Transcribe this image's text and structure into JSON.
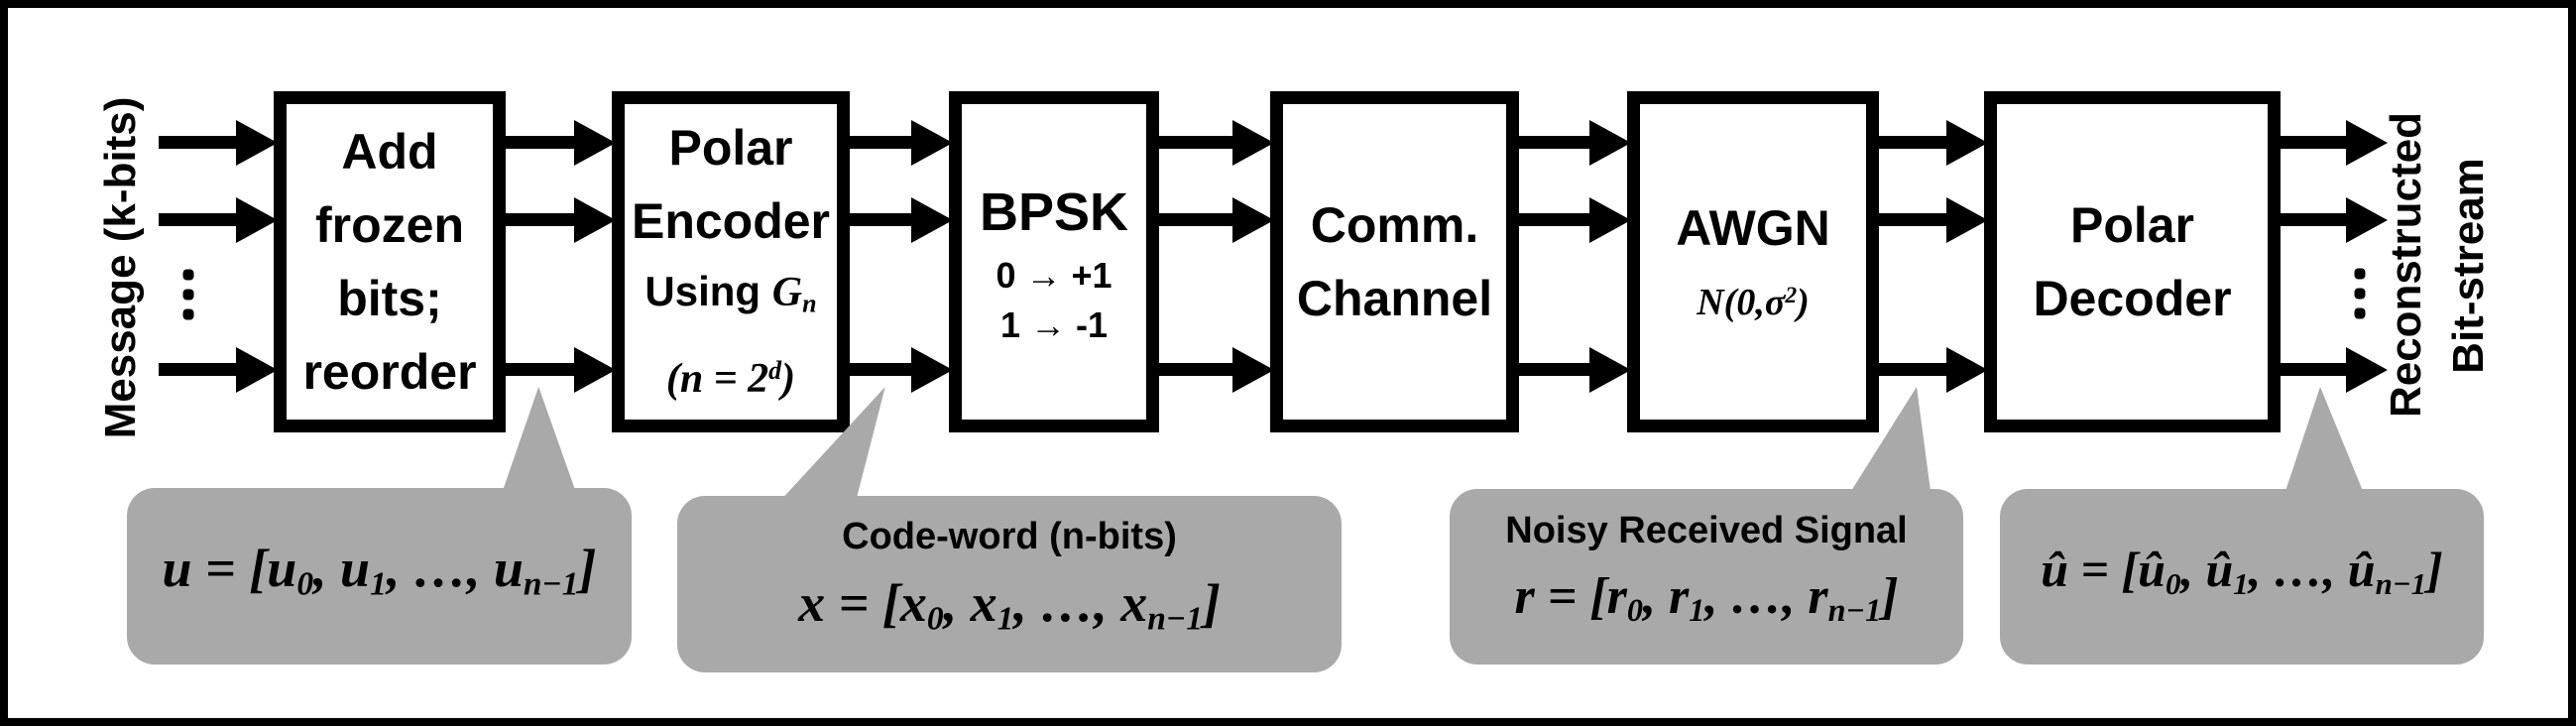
{
  "colors": {
    "background": "#ffffff",
    "frame": "#000000",
    "block_border": "#000000",
    "block_fill": "#ffffff",
    "arrow": "#000000",
    "callout_fill": "#a9a9a9",
    "text": "#000000"
  },
  "left_label": {
    "text": "Message (k-bits)"
  },
  "right_label": {
    "line1": "Reconstructed",
    "line2": "Bit-stream"
  },
  "blocks": [
    {
      "id": "add-frozen-bits",
      "lines": [
        "Add",
        "frozen",
        "bits;",
        "reorder"
      ]
    },
    {
      "id": "polar-encoder",
      "lines": [
        "Polar",
        "Encoder"
      ],
      "using": {
        "label": "Using",
        "G": "G",
        "sub": "n"
      },
      "paren": {
        "head": "(n = 2",
        "sup": "d",
        "tail": ")"
      }
    },
    {
      "id": "bpsk",
      "title": "BPSK",
      "rows": [
        {
          "from": "0",
          "arrow": "→",
          "to": "+1"
        },
        {
          "from": "1",
          "arrow": "→",
          "to": "-1"
        }
      ]
    },
    {
      "id": "comm-channel",
      "lines": [
        "Comm.",
        "Channel"
      ]
    },
    {
      "id": "awgn",
      "title": "AWGN",
      "noise": {
        "head": "N(0,σ",
        "sup": "2",
        "tail": ")"
      }
    },
    {
      "id": "polar-decoder",
      "lines": [
        "Polar",
        "Decoder"
      ]
    }
  ],
  "callouts": [
    {
      "id": "u-vector",
      "label": "",
      "math": {
        "head": "u = [u",
        "s0": "0",
        "mid1": ", u",
        "s1": "1",
        "mid2": ", …, u",
        "sn": "n−1",
        "tail": "]"
      }
    },
    {
      "id": "codeword",
      "label": "Code-word (n-bits)",
      "math": {
        "head": "x = [x",
        "s0": "0",
        "mid1": ", x",
        "s1": "1",
        "mid2": ", …, x",
        "sn": "n−1",
        "tail": "]"
      }
    },
    {
      "id": "received-signal",
      "label": "Noisy Received Signal",
      "math": {
        "head": "r = [r",
        "s0": "0",
        "mid1": ", r",
        "s1": "1",
        "mid2": ", …, r",
        "sn": "n−1",
        "tail": "]"
      }
    },
    {
      "id": "u-hat-vector",
      "label": "",
      "math": {
        "head": "û = [û",
        "s0": "0",
        "mid1": ", û",
        "s1": "1",
        "mid2": ", …, û",
        "sn": "n−1",
        "tail": "]"
      }
    }
  ]
}
